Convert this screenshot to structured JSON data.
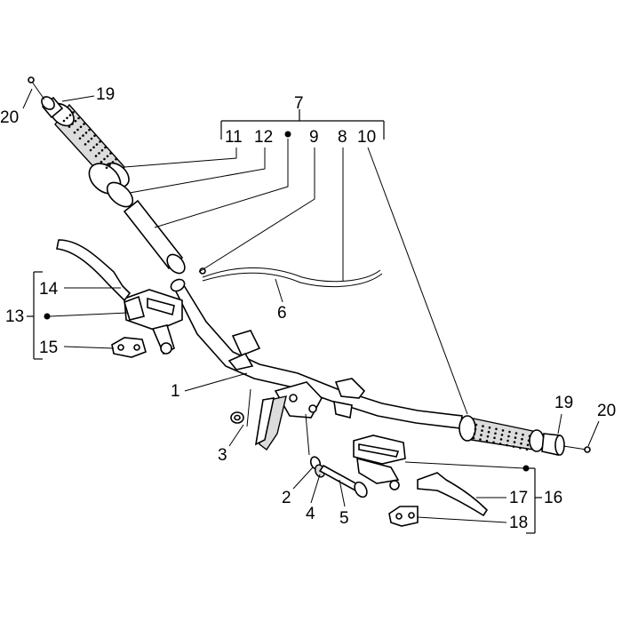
{
  "labels": {
    "l1": "1",
    "l2": "2",
    "l3": "3",
    "l4": "4",
    "l5": "5",
    "l6": "6",
    "l7": "7",
    "l8": "8",
    "l9": "9",
    "l10": "10",
    "l11": "11",
    "l12": "12",
    "l13": "13",
    "l14": "14",
    "l15": "15",
    "l16": "16",
    "l17": "17",
    "l18": "18",
    "l19a": "19",
    "l19b": "19",
    "l20a": "20",
    "l20b": "20"
  },
  "colors": {
    "line": "#000000",
    "part_fill": "#ffffff",
    "shade": "#dcdcdc"
  }
}
